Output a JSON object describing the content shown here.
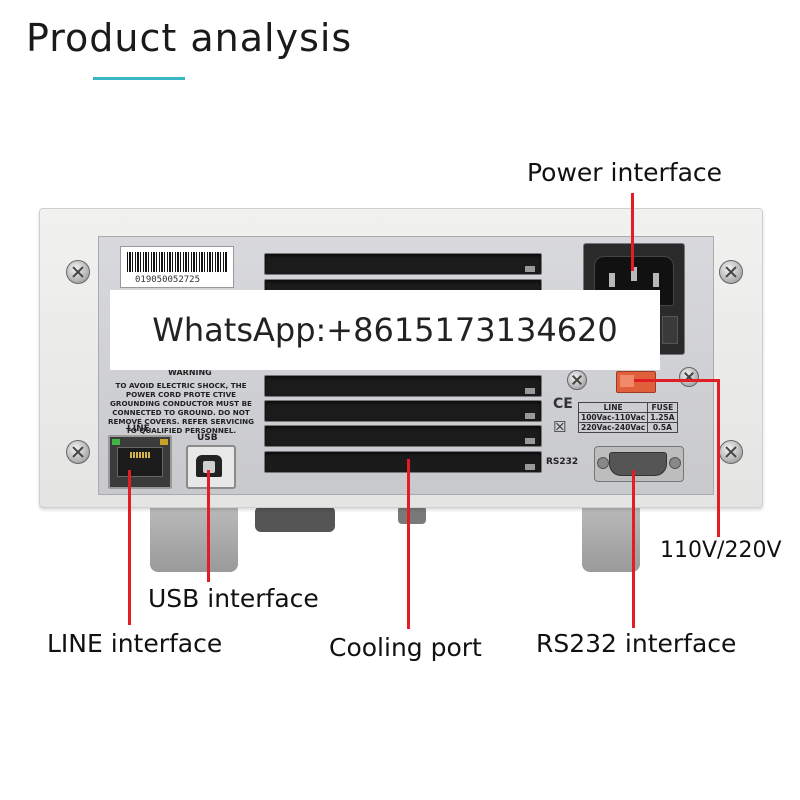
{
  "title": "Product analysis",
  "accent_color": "#35b8c4",
  "callout_color": "#e31d25",
  "callouts": {
    "power": "Power interface",
    "voltage": "110V/220V",
    "usb": "USB interface",
    "line": "LINE interface",
    "cooling": "Cooling port",
    "rs232": "RS232 interface"
  },
  "device": {
    "serial": "019050052725",
    "warning_heading": "WARNING",
    "warning_text": "TO AVOID ELECTRIC SHOCK, THE POWER CORD PROTE CTIVE GROUNDING CONDUCTOR MUST BE CONNECTED TO GROUND. DO NOT REMOVE COVERS. REFER SERVICING TO QUALIFIED PERSONNEL.",
    "line_label": "LINE",
    "usb_label": "USB",
    "rs232_label": "RS232",
    "ce_mark": "CE",
    "fuse_table": {
      "headers": [
        "LINE",
        "FUSE"
      ],
      "rows": [
        [
          "100Vac-110Vac",
          "1.25A"
        ],
        [
          "220Vac-240Vac",
          "0.5A"
        ]
      ]
    }
  },
  "watermark": "WhatsApp:+8615173134620"
}
